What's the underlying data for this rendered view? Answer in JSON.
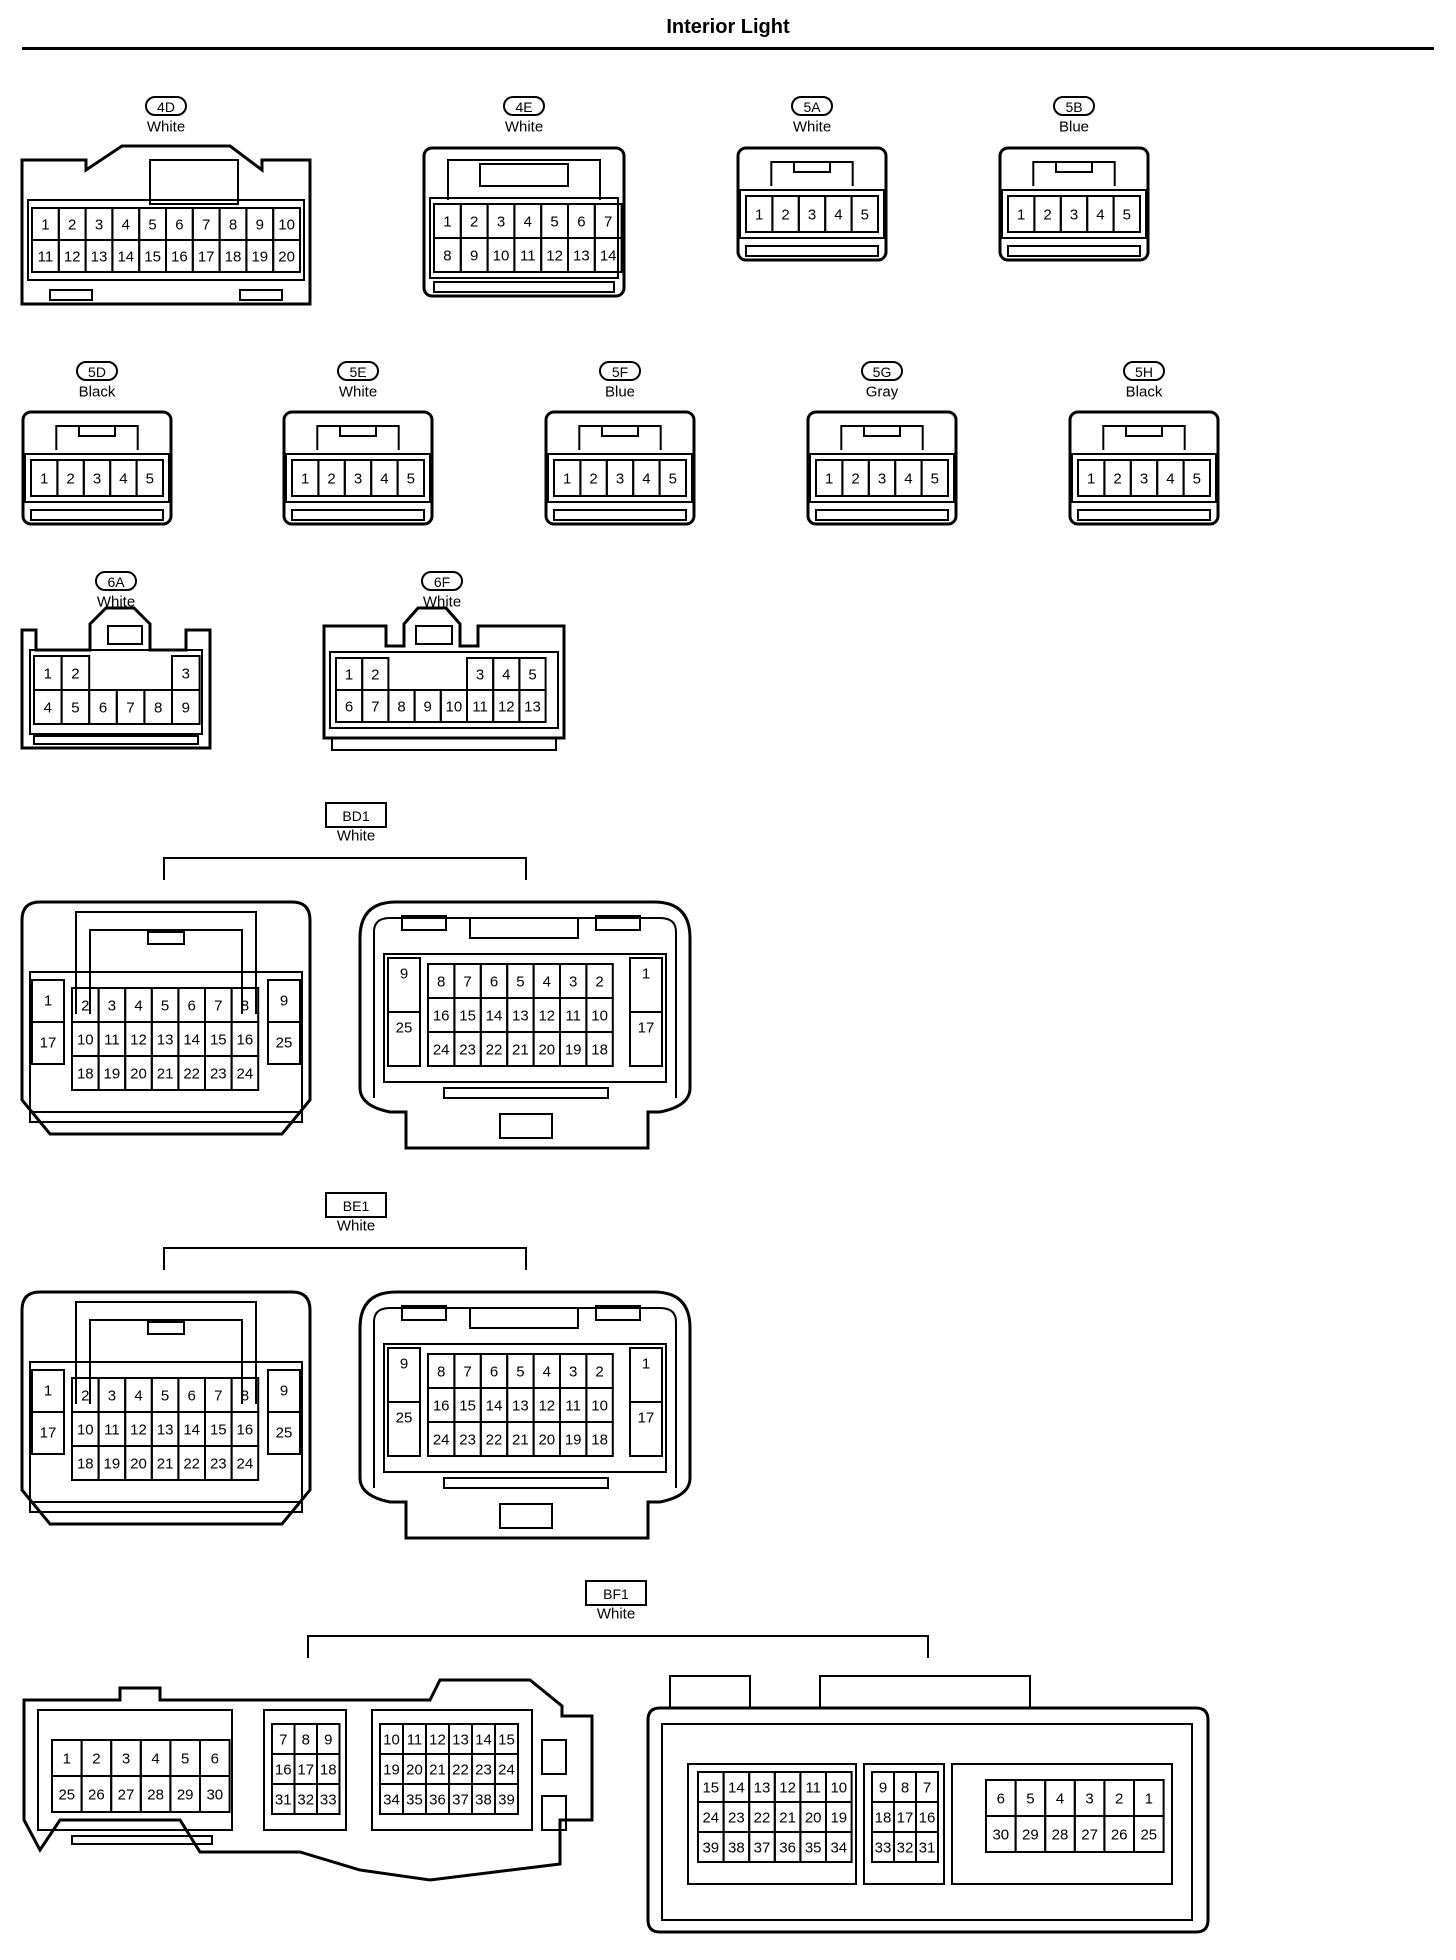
{
  "title": "Interior Light",
  "connectors": [
    {
      "code": "4D",
      "color": "White",
      "rows": [
        [
          "1",
          "2",
          "3",
          "4",
          "5",
          "6",
          "7",
          "8",
          "9",
          "10"
        ],
        [
          "11",
          "12",
          "13",
          "14",
          "15",
          "16",
          "17",
          "18",
          "19",
          "20"
        ]
      ]
    },
    {
      "code": "4E",
      "color": "White",
      "rows": [
        [
          "1",
          "2",
          "3",
          "4",
          "5",
          "6",
          "7"
        ],
        [
          "8",
          "9",
          "10",
          "11",
          "12",
          "13",
          "14"
        ]
      ]
    },
    {
      "code": "5A",
      "color": "White",
      "rows": [
        [
          "1",
          "2",
          "3",
          "4",
          "5"
        ]
      ]
    },
    {
      "code": "5B",
      "color": "Blue",
      "rows": [
        [
          "1",
          "2",
          "3",
          "4",
          "5"
        ]
      ]
    },
    {
      "code": "5D",
      "color": "Black",
      "rows": [
        [
          "1",
          "2",
          "3",
          "4",
          "5"
        ]
      ]
    },
    {
      "code": "5E",
      "color": "White",
      "rows": [
        [
          "1",
          "2",
          "3",
          "4",
          "5"
        ]
      ]
    },
    {
      "code": "5F",
      "color": "Blue",
      "rows": [
        [
          "1",
          "2",
          "3",
          "4",
          "5"
        ]
      ]
    },
    {
      "code": "5G",
      "color": "Gray",
      "rows": [
        [
          "1",
          "2",
          "3",
          "4",
          "5"
        ]
      ]
    },
    {
      "code": "5H",
      "color": "Black",
      "rows": [
        [
          "1",
          "2",
          "3",
          "4",
          "5"
        ]
      ]
    },
    {
      "code": "6A",
      "color": "White",
      "rows": [
        [
          "1",
          "2",
          "",
          "",
          "",
          "3"
        ],
        [
          "4",
          "5",
          "6",
          "7",
          "8",
          "9"
        ]
      ]
    },
    {
      "code": "6F",
      "color": "White",
      "rows": [
        [
          "1",
          "2",
          "",
          "",
          "",
          "3",
          "4",
          "5"
        ],
        [
          "6",
          "7",
          "8",
          "9",
          "10",
          "11",
          "12",
          "13"
        ]
      ]
    }
  ],
  "connector_pairs": [
    {
      "code": "BD1",
      "color": "White",
      "male": {
        "left": [
          "1",
          "17"
        ],
        "right": [
          "9",
          "25"
        ],
        "rows": [
          [
            "2",
            "3",
            "4",
            "5",
            "6",
            "7",
            "8"
          ],
          [
            "10",
            "11",
            "12",
            "13",
            "14",
            "15",
            "16"
          ],
          [
            "18",
            "19",
            "20",
            "21",
            "22",
            "23",
            "24"
          ]
        ]
      },
      "female": {
        "left": [
          "9",
          "25"
        ],
        "right": [
          "1",
          "17"
        ],
        "rows": [
          [
            "8",
            "7",
            "6",
            "5",
            "4",
            "3",
            "2"
          ],
          [
            "16",
            "15",
            "14",
            "13",
            "12",
            "11",
            "10"
          ],
          [
            "24",
            "23",
            "22",
            "21",
            "20",
            "19",
            "18"
          ]
        ]
      }
    },
    {
      "code": "BE1",
      "color": "White",
      "male": {
        "left": [
          "1",
          "17"
        ],
        "right": [
          "9",
          "25"
        ],
        "rows": [
          [
            "2",
            "3",
            "4",
            "5",
            "6",
            "7",
            "8"
          ],
          [
            "10",
            "11",
            "12",
            "13",
            "14",
            "15",
            "16"
          ],
          [
            "18",
            "19",
            "20",
            "21",
            "22",
            "23",
            "24"
          ]
        ]
      },
      "female": {
        "left": [
          "9",
          "25"
        ],
        "right": [
          "1",
          "17"
        ],
        "rows": [
          [
            "8",
            "7",
            "6",
            "5",
            "4",
            "3",
            "2"
          ],
          [
            "16",
            "15",
            "14",
            "13",
            "12",
            "11",
            "10"
          ],
          [
            "24",
            "23",
            "22",
            "21",
            "20",
            "19",
            "18"
          ]
        ]
      }
    },
    {
      "code": "BF1",
      "color": "White",
      "male_groups": [
        [
          [
            "1",
            "2",
            "3",
            "4",
            "5",
            "6"
          ],
          [
            "25",
            "26",
            "27",
            "28",
            "29",
            "30"
          ]
        ],
        [
          [
            "7",
            "8",
            "9"
          ],
          [
            "16",
            "17",
            "18"
          ],
          [
            "31",
            "32",
            "33"
          ]
        ],
        [
          [
            "10",
            "11",
            "12",
            "13",
            "14",
            "15"
          ],
          [
            "19",
            "20",
            "21",
            "22",
            "23",
            "24"
          ],
          [
            "34",
            "35",
            "36",
            "37",
            "38",
            "39"
          ]
        ]
      ],
      "female_groups": [
        [
          [
            "15",
            "14",
            "13",
            "12",
            "11",
            "10"
          ],
          [
            "24",
            "23",
            "22",
            "21",
            "20",
            "19"
          ],
          [
            "39",
            "38",
            "37",
            "36",
            "35",
            "34"
          ]
        ],
        [
          [
            "9",
            "8",
            "7"
          ],
          [
            "18",
            "17",
            "16"
          ],
          [
            "33",
            "32",
            "31"
          ]
        ],
        [
          [
            "6",
            "5",
            "4",
            "3",
            "2",
            "1"
          ],
          [
            "30",
            "29",
            "28",
            "27",
            "26",
            "25"
          ]
        ]
      ]
    }
  ]
}
